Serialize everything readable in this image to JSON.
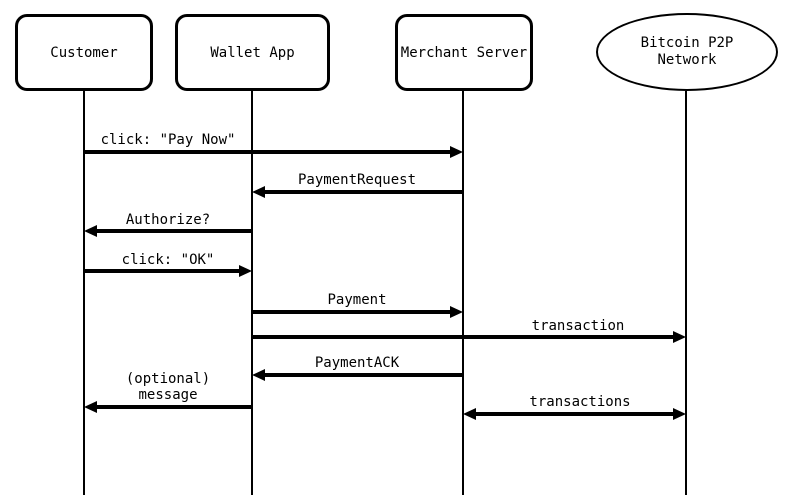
{
  "diagram": {
    "type": "sequence-diagram",
    "background_color": "#ffffff",
    "line_color": "#000000",
    "actors": [
      {
        "label": "Customer",
        "shape": "rounded-rect"
      },
      {
        "label": "Wallet App",
        "shape": "rounded-rect"
      },
      {
        "label": "Merchant Server",
        "shape": "rounded-rect"
      },
      {
        "label": "Bitcoin P2P\nNetwork",
        "shape": "ellipse"
      }
    ],
    "messages": [
      {
        "label": "click: \"Pay Now\"",
        "from": "Customer",
        "to": "Merchant Server",
        "arrow": "right"
      },
      {
        "label": "PaymentRequest",
        "from": "Merchant Server",
        "to": "Wallet App",
        "arrow": "left"
      },
      {
        "label": "Authorize?",
        "from": "Wallet App",
        "to": "Customer",
        "arrow": "left"
      },
      {
        "label": "click: \"OK\"",
        "from": "Customer",
        "to": "Wallet App",
        "arrow": "right"
      },
      {
        "label": "Payment",
        "from": "Wallet App",
        "to": "Merchant Server",
        "arrow": "right"
      },
      {
        "label": "transaction",
        "from": "Wallet App",
        "to": "Bitcoin P2P Network",
        "arrow": "right"
      },
      {
        "label": "PaymentACK",
        "from": "Merchant Server",
        "to": "Wallet App",
        "arrow": "left"
      },
      {
        "label": "(optional)\nmessage",
        "from": "Wallet App",
        "to": "Customer",
        "arrow": "left"
      },
      {
        "label": "transactions",
        "from": "Merchant Server",
        "to": "Bitcoin P2P Network",
        "arrow": "both"
      }
    ]
  }
}
